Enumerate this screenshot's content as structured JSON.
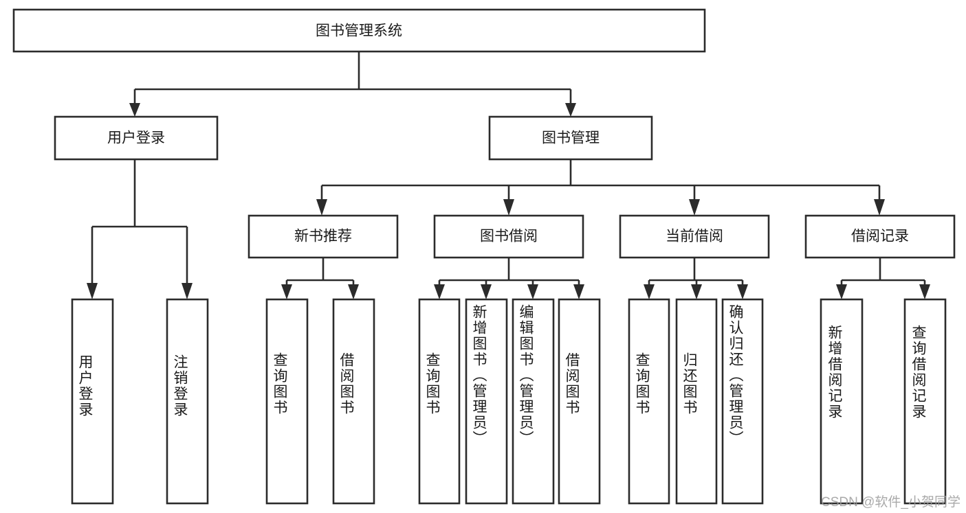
{
  "diagram": {
    "type": "tree",
    "title": "图书管理系统",
    "watermark": "CSDN @软件_小贺同学",
    "colors": {
      "stroke": "#2b2b2b",
      "fill": "#ffffff",
      "text": "#1a1a1a",
      "watermark": "#9b9b9b"
    },
    "levels": {
      "root": {
        "label": "图书管理系统"
      },
      "level2": [
        {
          "label": "用户登录"
        },
        {
          "label": "图书管理"
        }
      ],
      "level3": [
        {
          "label": "新书推荐"
        },
        {
          "label": "图书借阅"
        },
        {
          "label": "当前借阅"
        },
        {
          "label": "借阅记录"
        }
      ],
      "leaves": [
        {
          "label": "用户登录",
          "parent": "用户登录"
        },
        {
          "label": "注销登录",
          "parent": "用户登录"
        },
        {
          "label": "查询图书",
          "parent": "新书推荐"
        },
        {
          "label": "借阅图书",
          "parent": "新书推荐"
        },
        {
          "label": "查询图书",
          "parent": "图书借阅"
        },
        {
          "label": "新增图书（管理员）",
          "parent": "图书借阅"
        },
        {
          "label": "编辑图书（管理员）",
          "parent": "图书借阅"
        },
        {
          "label": "借阅图书",
          "parent": "图书借阅"
        },
        {
          "label": "查询图书",
          "parent": "当前借阅"
        },
        {
          "label": "归还图书",
          "parent": "当前借阅"
        },
        {
          "label": "确认归还（管理员）",
          "parent": "当前借阅"
        },
        {
          "label": "新增借阅记录",
          "parent": "借阅记录"
        },
        {
          "label": "查询借阅记录",
          "parent": "借阅记录"
        }
      ]
    }
  }
}
